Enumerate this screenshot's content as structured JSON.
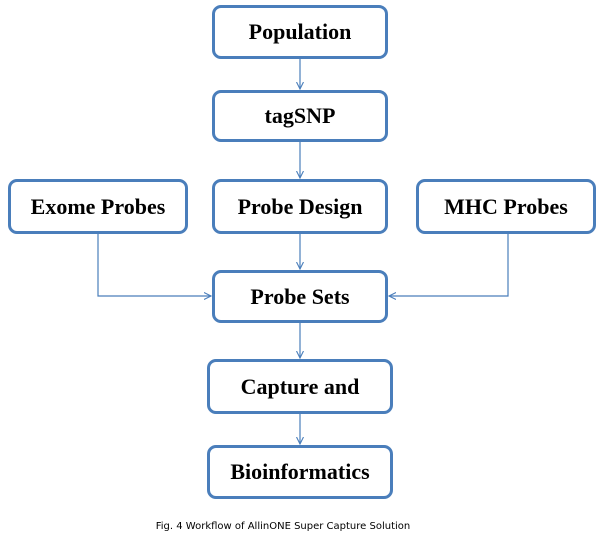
{
  "nodes": {
    "population": "Population",
    "tagsnp": "tagSNP",
    "exome_probes": "Exome Probes",
    "probe_design": "Probe Design",
    "mhc_probes": "MHC Probes",
    "probe_sets": "Probe Sets",
    "capture": "Capture and",
    "bioinformatics": "Bioinformatics"
  },
  "caption": "Fig. 4 Workflow of AllinONE Super Capture Solution",
  "colors": {
    "box_border": "#4a7ebb",
    "arrow": "#4a7ebb",
    "text": "#000000"
  }
}
